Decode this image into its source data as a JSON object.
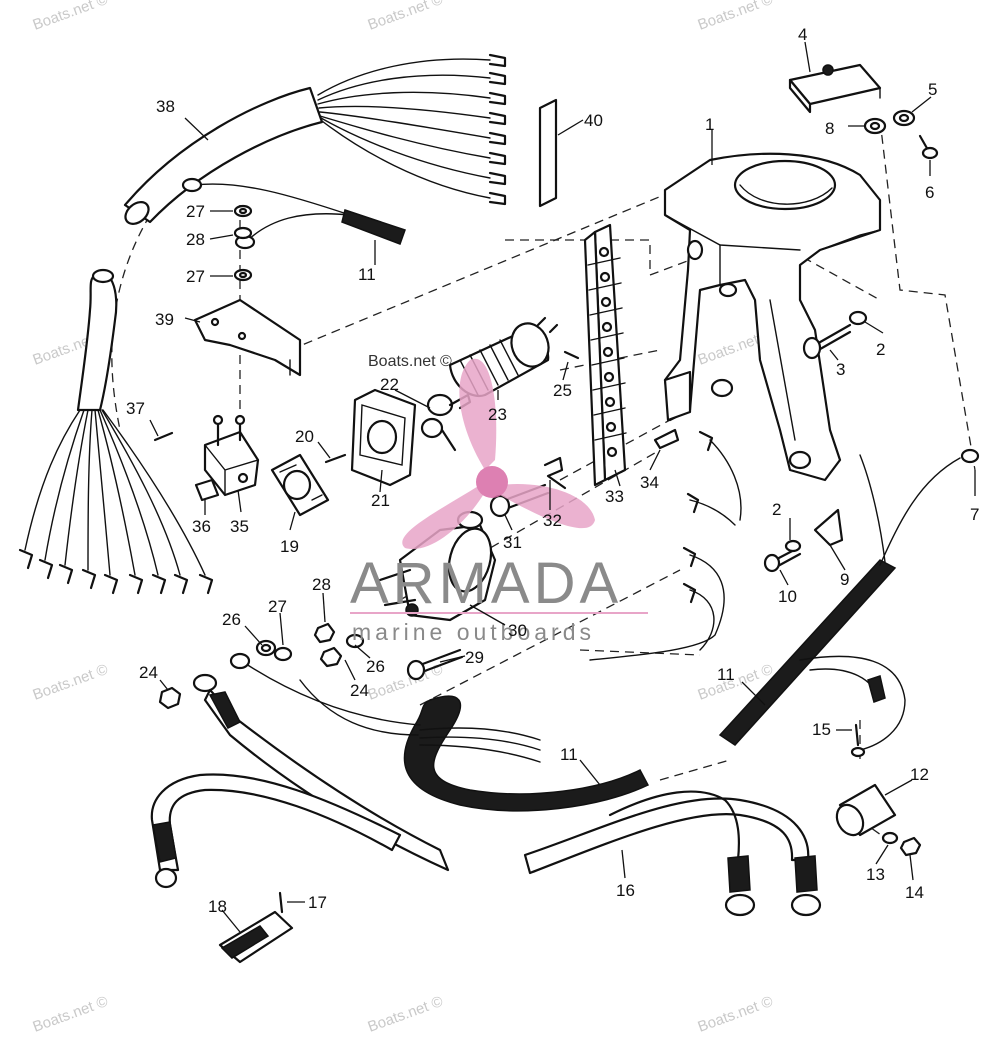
{
  "watermark": {
    "text": "Boats.net ©",
    "inline_text": "Boats.net ©"
  },
  "logo": {
    "brand": "ARMADA",
    "tagline": "marine outboards",
    "accent_color": "#e8a5c8",
    "text_color": "#8a8a8a"
  },
  "diagram": {
    "callouts": [
      "1",
      "2",
      "2",
      "3",
      "4",
      "5",
      "6",
      "7",
      "8",
      "9",
      "10",
      "11",
      "11",
      "11",
      "11",
      "12",
      "13",
      "14",
      "15",
      "16",
      "17",
      "18",
      "19",
      "20",
      "21",
      "22",
      "23",
      "24",
      "24",
      "25",
      "26",
      "26",
      "27",
      "27",
      "27",
      "28",
      "28",
      "29",
      "30",
      "31",
      "32",
      "33",
      "34",
      "35",
      "36",
      "37",
      "38",
      "39",
      "40"
    ]
  }
}
